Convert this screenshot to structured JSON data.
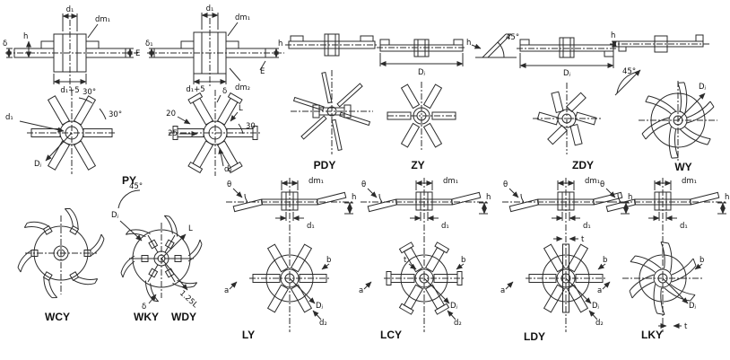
{
  "sheet": {
    "description": "Impeller type engineering drawings"
  },
  "types": {
    "py": "PY",
    "pdy": "PDY",
    "zy": "ZY",
    "zdy": "ZDY",
    "wy": "WY",
    "wcy": "WCY",
    "wky": "WKY",
    "wdy": "WDY",
    "ly": "LY",
    "lcy": "LCY",
    "ldy": "LDY",
    "lky": "LKY"
  },
  "dims": {
    "d1": "d₁",
    "d2": "d₂",
    "dm1": "dm₁",
    "dm2": "dm₂",
    "d1plus5": "d₁+5",
    "DJ": "Dⱼ",
    "E": "E",
    "h": "h",
    "delta": "δ",
    "delta1": "δ₁",
    "theta": "θ",
    "deg30": "30°",
    "deg45": "45°",
    "n20": "20",
    "n25": "25",
    "n30": "30",
    "L": "L",
    "L125": "1.25L",
    "a": "a",
    "b": "b",
    "t": "t"
  }
}
